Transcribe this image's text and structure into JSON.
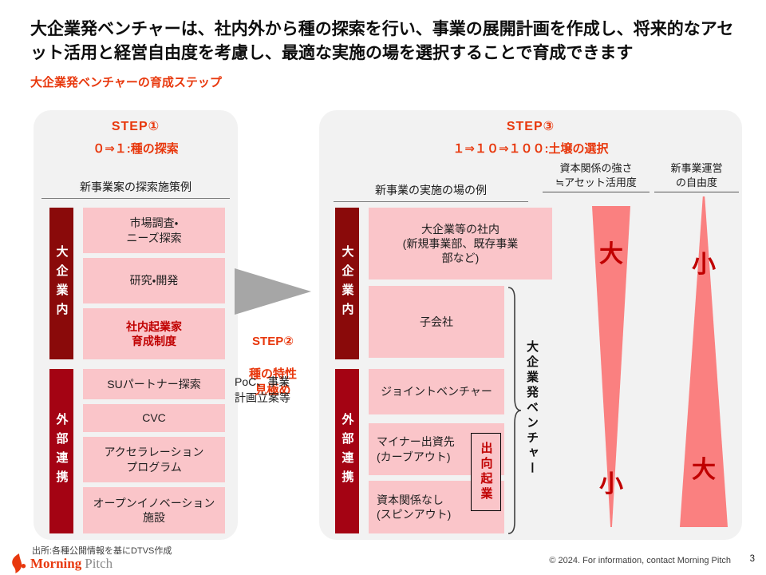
{
  "header": {
    "title": "大企業発ベンチャーは、社内外から種の探索を行い、事業の展開計画を作成し、将来的なアセット活用と経営自由度を考慮し、最適な実施の場を選択することで育成できます",
    "subtitle": "大企業発ベンチャーの育成ステップ"
  },
  "colors": {
    "accent_vermillion": "#e8380d",
    "dark_red_bar": "#8a0a0a",
    "bright_red_bar": "#a40313",
    "pink_box": "#fac5c9",
    "salmon_triangle": "#fa8080",
    "red_text": "#c00000",
    "arrow_gray": "#a6a6a6"
  },
  "step1": {
    "label": "STEP①",
    "sublabel": "０⇒１:種の探索",
    "section_header": "新事業案の探索施策例",
    "groups": [
      {
        "category": "大企業内",
        "items": [
          "市場調査・\nニーズ探索",
          "研究・開発",
          "社内起業家\n育成制度"
        ]
      },
      {
        "category": "外部連携",
        "items": [
          "SUパートナー探索",
          "CVC",
          "アクセラレーション\nプログラム",
          "オープンイノベーション\n施設"
        ]
      }
    ]
  },
  "step2": {
    "label": "STEP②",
    "sublabel": "種の特性\n見極め",
    "description": "PoC、事業\n計画立案等"
  },
  "step3": {
    "label": "STEP③",
    "sublabel": "１⇒１０⇒１００:土壌の選択",
    "section_header": "新事業の実施の場の例",
    "groups": [
      {
        "category": "大企業内",
        "items": [
          "大企業等の社内\n(新規事業部、既存事業\n部など)",
          "子会社"
        ]
      },
      {
        "category": "外部連携",
        "items": [
          "ジョイントベンチャー",
          "マイナー出資先\n(カーブアウト)",
          "資本関係なし\n(スピンアウト)"
        ]
      }
    ],
    "secondment_label": "出向起業",
    "brace_label": "大企業発ベンチャー",
    "axes": [
      {
        "header": "資本関係の強さ\n≒アセット活用度",
        "top": "大",
        "bottom": "小"
      },
      {
        "header": "新事業運営\nの自由度",
        "top": "小",
        "bottom": "大"
      }
    ]
  },
  "footer": {
    "source": "出所:各種公開情報を基にDTVS作成",
    "logo": {
      "word1": "Morning",
      "word2": "Pitch"
    },
    "copyright": "© 2024. For information, contact Morning Pitch",
    "page_number": "3"
  }
}
